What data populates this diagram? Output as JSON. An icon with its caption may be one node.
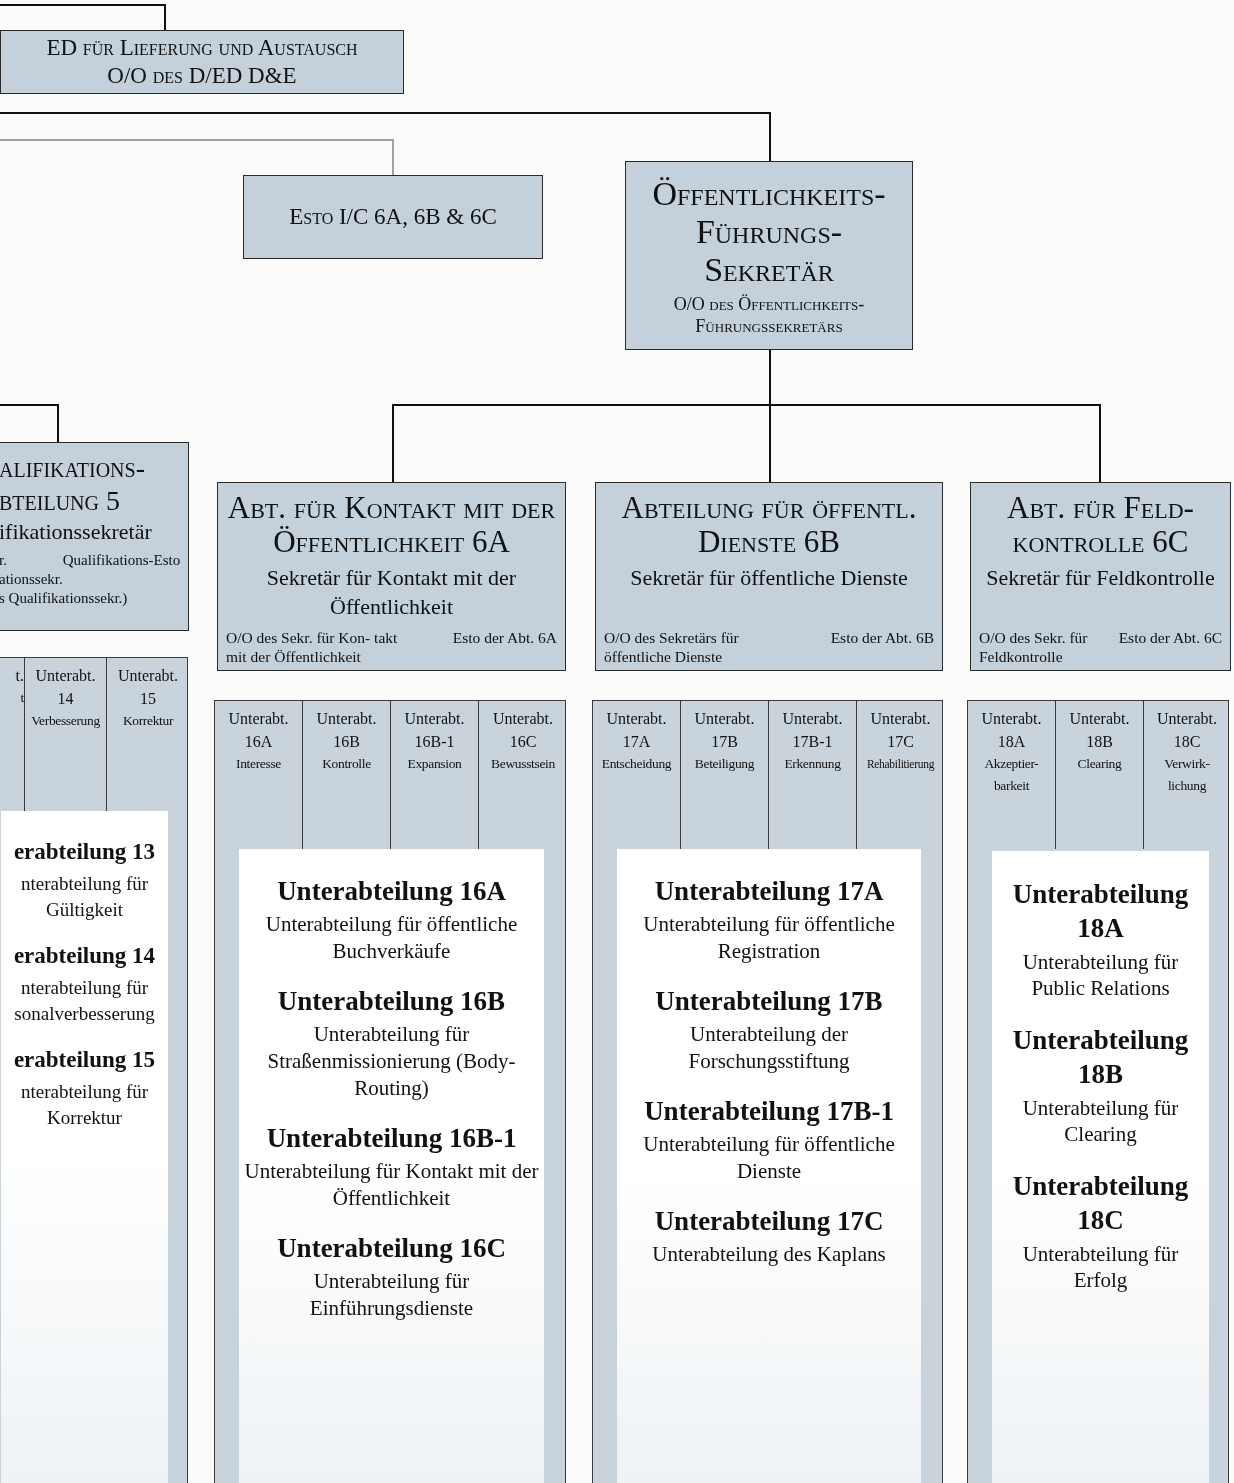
{
  "diagram": {
    "nodes": [
      {
        "text": [
          "ED für Lieferung und Austausch",
          "O/O des D/ED D&E"
        ]
      },
      {
        "text": [
          "Esto I/C 6A, 6B & 6C"
        ]
      },
      {
        "text": [
          "Öffentlichkeits- Führungs- Sekretär",
          "O/O des Öffentlichkeits- Führungssekretärs"
        ]
      },
      {
        "text": [
          "alifikations- bteilung 5",
          "ifikationssekretär",
          "r. ationssekr.",
          "Qualifikations-Esto",
          "s Qualifikationssekr.)"
        ]
      },
      {
        "text": [],
        "shape": "box"
      },
      {
        "text": [
          "t.",
          "t"
        ],
        "in": 4
      },
      {
        "text": [
          "Unterabt. 14",
          "Verbesserung"
        ],
        "in": 4
      },
      {
        "text": [
          "Unterabt. 15",
          "Korrektur"
        ],
        "in": 4
      },
      {
        "text": [
          "erabteilung 13",
          "nterabteilung für Gültigkeit",
          "erabteilung 14",
          "nterabteilung für sonalverbesserung",
          "erabteilung 15",
          "nterabteilung für Korrektur"
        ],
        "in": 4
      },
      {
        "text": [
          "Abt. für Kontakt mit der Öffentlichkeit 6A",
          "Sekretär für Kontakt mit der Öffentlichkeit",
          "O/O des Sekr. für Kon- takt mit der Öffentlichkeit",
          "Esto der Abt. 6A"
        ]
      },
      {
        "text": [
          "Abteilung für öffentl. Dienste 6B",
          "Sekretär für öffentliche Dienste",
          "O/O des Sekretärs für öffentliche Dienste",
          "Esto der Abt. 6B"
        ]
      },
      {
        "text": [
          "Abt. für Feld- kontrolle 6C",
          "Sekretär für Feldkontrolle",
          "O/O des Sekr. für Feldkontrolle",
          "Esto der Abt. 6C"
        ]
      },
      {
        "text": [],
        "shape": "box"
      },
      {
        "text": [
          "Unterabt. 16A",
          "Interesse"
        ],
        "in": 12
      },
      {
        "text": [
          "Unterabt. 16B",
          "Kontrolle"
        ],
        "in": 12
      },
      {
        "text": [
          "Unterabt. 16B-1",
          "Expansion"
        ],
        "in": 12
      },
      {
        "text": [
          "Unterabt. 16C",
          "Bewusstsein"
        ],
        "in": 12
      },
      {
        "text": [
          "Unterabteilung 16A",
          "Unterabteilung für öffentliche Buchverkäufe",
          "Unterabteilung 16B",
          "Unterabteilung für Straßenmissionierung (Body- Routing)",
          "Unterabteilung 16B-1",
          "Unterabteilung für Kontakt mit der Öffentlichkeit",
          "Unterabteilung 16C",
          "Unterabteilung für Einführungsdienste"
        ],
        "in": 12
      },
      {
        "text": [],
        "shape": "box"
      },
      {
        "text": [
          "Unterabt. 17A",
          "Entscheidung"
        ],
        "in": 18
      },
      {
        "text": [
          "Unterabt. 17B",
          "Beteiligung"
        ],
        "in": 18
      },
      {
        "text": [
          "Unterabt. 17B-1",
          "Erkennung"
        ],
        "in": 18
      },
      {
        "text": [
          "Unterabt. 17C",
          "Rehabilitierung"
        ],
        "in": 18
      },
      {
        "text": [
          "Unterabteilung 17A",
          "Unterabteilung für öffentliche Registration",
          "Unterabteilung 17B",
          "Unterabteilung der Forschungsstiftung",
          "Unterabteilung 17B-1",
          "Unterabteilung für öffentliche Dienste",
          "Unterabteilung 17C",
          "Unterabteilung des Kaplans"
        ],
        "in": 18
      },
      {
        "text": [],
        "shape": "box"
      },
      {
        "text": [
          "Unterabt. 18A",
          "Akzeptier- barkeit"
        ],
        "in": 24
      },
      {
        "text": [
          "Unterabt. 18B",
          "Clearing"
        ],
        "in": 24
      },
      {
        "text": [
          "Unterabt. 18C",
          "Verwirk- lichung"
        ],
        "in": 24
      },
      {
        "text": [
          "Unterabteilung 18A",
          "Unterabteilung für Public Relations",
          "Unterabteilung 18B",
          "Unterabteilung für Clearing",
          "Unterabteilung 18C",
          "Unterabteilung für Erfolg"
        ],
        "in": 24
      }
    ],
    "edges": [
      {
        "from": 0,
        "to": null,
        "arrow": "none"
      },
      {
        "from": null,
        "to": 2,
        "arrow": "none"
      },
      {
        "from": null,
        "to": 1,
        "arrow": "none",
        "color": "#9aa3ab"
      },
      {
        "from": 2,
        "to": 9,
        "arrow": "none"
      },
      {
        "from": 2,
        "to": 10,
        "arrow": "none"
      },
      {
        "from": 2,
        "to": 11,
        "arrow": "none"
      },
      {
        "from": null,
        "to": 3,
        "arrow": "none"
      }
    ]
  }
}
